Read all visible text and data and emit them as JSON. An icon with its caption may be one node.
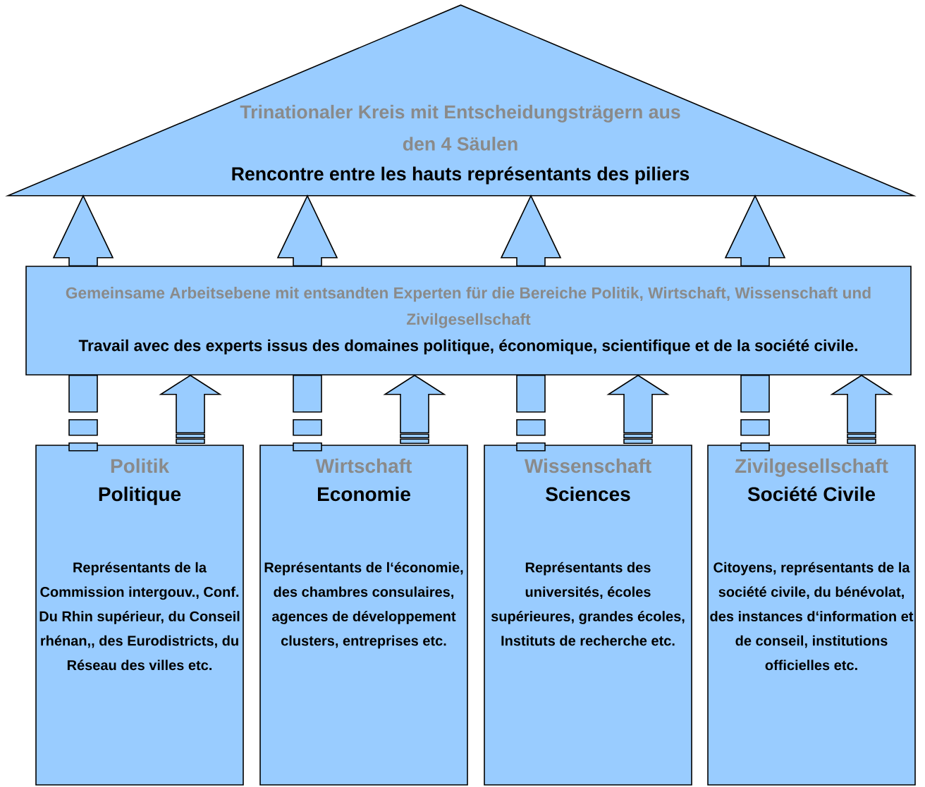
{
  "diagram": {
    "nodes": [
      {
        "text": [
          "Trinationaler Kreis mit Entscheidungsträgern aus den 4 Säulen",
          "Rencontre entre les hauts représentants des piliers"
        ]
      },
      {
        "text": [
          "Gemeinsame Arbeitsebene mit entsandten Experten für die Bereiche Politik, Wirtschaft, Wissenschaft und Zivilgesellschaft",
          "Travail avec des experts issus des domaines politique, économique, scientifique et de la société civile."
        ]
      },
      {
        "text": [
          "Politik",
          "Politique",
          "Représentants de la Commission intergouv., Conf. Du Rhin supérieur, du Conseil rhénan,, des Eurodistricts, du Réseau des villes etc."
        ]
      },
      {
        "text": [
          "Wirtschaft",
          "Economie",
          "Représentants de l‘économie, des chambres consulaires, agences de développement clusters, entreprises etc."
        ]
      },
      {
        "text": [
          "Wissenschaft",
          "Sciences",
          "Représentants des universités, écoles supérieures, grandes écoles, Instituts de recherche etc."
        ]
      },
      {
        "text": [
          "Zivilgesellschaft",
          "Société Civile",
          "Citoyens, représentants de la société civile, du bénévolat, des instances d‘information et de conseil, institutions officielles etc."
        ]
      }
    ],
    "edges": [
      {
        "from": 1,
        "to": 0,
        "arrow": "to"
      },
      {
        "from": 1,
        "to": 0,
        "arrow": "to"
      },
      {
        "from": 1,
        "to": 0,
        "arrow": "to"
      },
      {
        "from": 1,
        "to": 0,
        "arrow": "to"
      },
      {
        "from": 1,
        "to": 2,
        "arrow": "none",
        "style": "dashed"
      },
      {
        "from": 2,
        "to": 1,
        "arrow": "to"
      },
      {
        "from": 1,
        "to": 3,
        "arrow": "none",
        "style": "dashed"
      },
      {
        "from": 3,
        "to": 1,
        "arrow": "to"
      },
      {
        "from": 1,
        "to": 4,
        "arrow": "none",
        "style": "dashed"
      },
      {
        "from": 4,
        "to": 1,
        "arrow": "to"
      },
      {
        "from": 1,
        "to": 5,
        "arrow": "none",
        "style": "dashed"
      },
      {
        "from": 5,
        "to": 1,
        "arrow": "to"
      }
    ]
  }
}
